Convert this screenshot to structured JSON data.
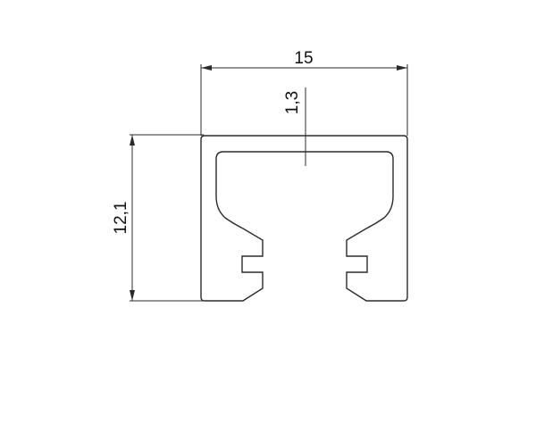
{
  "drawing": {
    "type": "profile cross-section",
    "stroke_color": "#2b2b2b",
    "background": "#ffffff"
  },
  "dimensions": {
    "width_label": "15",
    "height_label": "12,1",
    "wall_label": "1,3"
  }
}
